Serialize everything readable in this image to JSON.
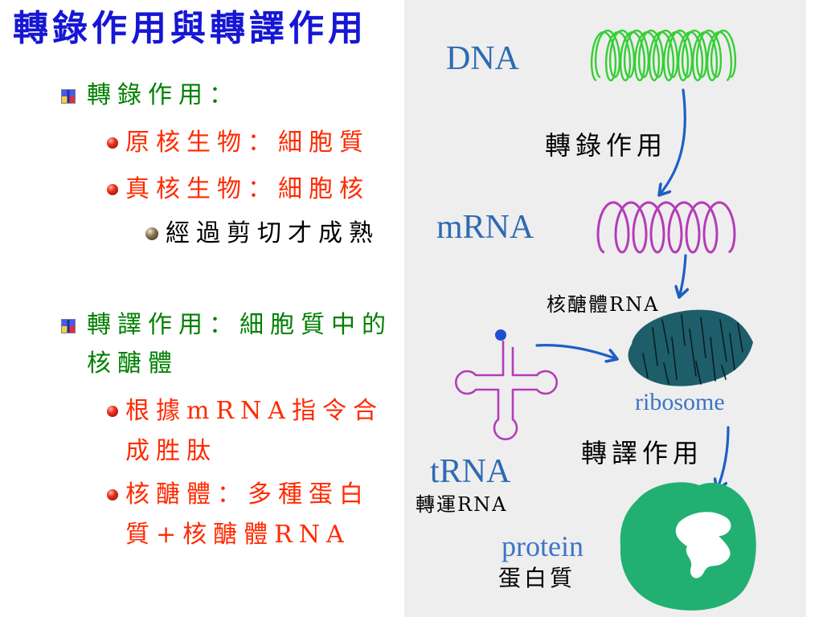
{
  "slide": {
    "title": "轉錄作用與轉譯作用",
    "outline": {
      "transcription": {
        "heading": "轉錄作用：",
        "prokaryote": "原核生物：細胞質",
        "eukaryote": "真核生物：細胞核",
        "eukaryote_detail": "經過剪切才成熟"
      },
      "translation": {
        "heading_lines": [
          "轉譯作用：細胞質中的",
          "核醣體"
        ],
        "mrna_point_lines": [
          "根據mRNA指令合",
          "成胜肽"
        ],
        "ribosome_point_lines": [
          "核醣體：多種蛋白",
          "質+核醣體RNA"
        ]
      }
    }
  },
  "diagram": {
    "labels": {
      "dna": "DNA",
      "mrna": "mRNA",
      "trna": "tRNA",
      "ribosome": "ribosome",
      "protein": "protein"
    },
    "captions": {
      "transcription": "轉錄作用",
      "ribosomal_rna": "核醣體RNA",
      "translation": "轉譯作用",
      "transfer_rna": "轉運RNA",
      "protein": "蛋白質"
    }
  },
  "icons": {
    "level1_bullet": "square-bullet-icon",
    "level2_bullet": "red-ball-bullet-icon",
    "level3_bullet": "gray-ball-bullet-icon"
  },
  "colors": {
    "panel_bg": "#eeeeee",
    "title_text": "#1616d4",
    "level1_text": "#008000",
    "level2_text": "#ff2a00",
    "level3_text": "#000000",
    "diagram_label": "#2e6ab4",
    "diagram_label_light": "#3d74c6",
    "caption_text": "#000000",
    "dna_strand": "#35cf35",
    "mrna_strand": "#b43cb8",
    "trna_strand": "#b43cb8",
    "trna_dot": "#1f4fd0",
    "ribosome_fill": "#1d5e6a",
    "ribosome_lines": "#081c22",
    "protein_fill": "#21b072",
    "protein_highlight": "#ffffff",
    "arrow_blue": "#1f5fc4"
  }
}
